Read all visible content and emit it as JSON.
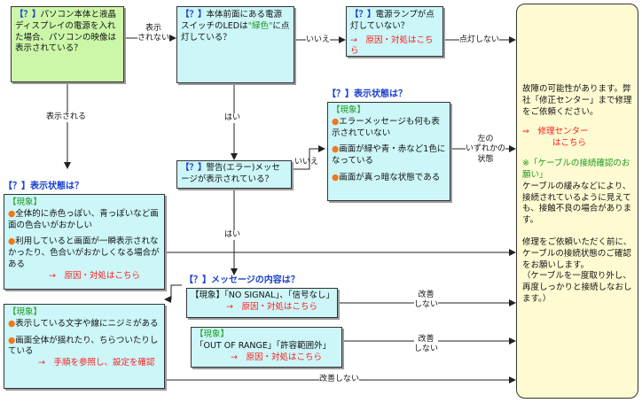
{
  "q_mark": "【？】",
  "nodes": {
    "start": {
      "text": "パソコン本体と液晶ディスプレイの電源を入れた場合、パソコンの映像は表示されている？"
    },
    "power_led": {
      "pre": "本体前面にある電源スイッチのLEDは",
      "green_word": "\"緑色\"",
      "post": "に点灯している？"
    },
    "power_lamp": {
      "text": "電源ランプが点灯していない？",
      "link": "→　原因・対処はこちら"
    },
    "warning_msg": {
      "text": "警告(エラー)メッセージが表示されている？"
    },
    "state_top": {
      "heading": "【？】表示状態は？",
      "title": "【現象】",
      "items": [
        "エラーメッセージも何も表示されていない",
        "画面が緑や青・赤など1色になっている",
        "画面が真っ暗な状態である"
      ]
    },
    "state_left": {
      "heading": "【？】表示状態は？",
      "title": "【現象】",
      "items": [
        "全体的に赤色っぽい、青っぽいなど画面の色合いがおかしい",
        "利用していると画面が一瞬表示されなかったり、色合いがおかしくなる場合がある"
      ],
      "link": "→　原因・対処はこちら"
    },
    "blur": {
      "title": "【現象】",
      "items": [
        "表示している文字や線にニジミがある",
        "画面全体が揺れたり、ちらついたりしている"
      ],
      "link": "→　手順を参照し、設定を確認"
    },
    "msg_heading": "【？】メッセージの内容は？",
    "no_signal": {
      "text": "【現象】「NO SIGNAL」、「信号なし」",
      "link": "→　原因・対処はこちら"
    },
    "out_of_range": {
      "title": "【現象】",
      "text": "「OUT OF RANGE」「許容範囲外」",
      "link": "→　原因・対処はこちら"
    },
    "final": {
      "p1": "故障の可能性があります。弊社「修正センター」まで修理をご依頼ください。",
      "repair_link": "⇒　修理センター",
      "repair_link2": "はこちら",
      "cable_title": "※「ケーブルの接続確認のお願い」",
      "p2": "ケーブルの緩みなどにより、接続されているように見えても、接触不良の場合があります。",
      "p3": "修理をご依頼いただく前に、ケーブルの接続状態のご確認をお願いします。",
      "p4": "（ケーブルを一度取り外し、再度しっかりと接続しなおします。）"
    }
  },
  "edges": {
    "not_shown": "表示\nされない",
    "shown": "表示される",
    "no1": "いいえ",
    "lit_no": "点灯しない",
    "yes1": "はい",
    "no2": "いいえ",
    "yes2": "はい",
    "either": "左の\nいずれかの\n状態",
    "not_improved1": "改善\nしない",
    "not_improved2": "改善\nしない",
    "not_improved3": "改善しない"
  }
}
